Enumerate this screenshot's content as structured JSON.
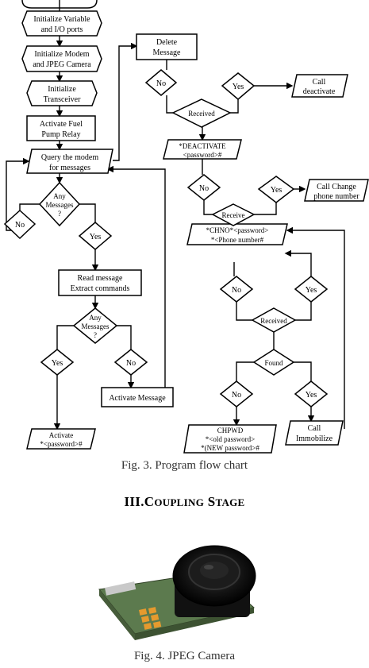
{
  "flowchart": {
    "boxes": {
      "init_vars": [
        "Initialize Variable",
        "and I/O ports"
      ],
      "init_modem": [
        "Initialize Modem",
        "and JPEG Camera"
      ],
      "init_trans": [
        "Initialize",
        "Transceiver"
      ],
      "activate_fuel": [
        "Activate Fuel",
        "Pump Relay"
      ],
      "query_modem": [
        "Query the modem",
        "for messages"
      ],
      "read_message": [
        "Read message",
        "Extract commands"
      ],
      "activate_msg": [
        "Activate Message"
      ],
      "activate_pwd": [
        "Activate",
        "*<password>#"
      ],
      "delete_msg": [
        "Delete",
        "Message"
      ],
      "call_deactivate": [
        "Call",
        "deactivate"
      ],
      "deactivate_cmd": [
        "*DEACTIVATE",
        "<password>#"
      ],
      "call_change_phone": [
        "Call Change",
        "phone number"
      ],
      "chno_cmd": [
        "*CHNO*<password>",
        "*<Phone number#"
      ],
      "chpwd_cmd": [
        "CHPWD",
        "*<old password>",
        "*(NEW password>#"
      ],
      "call_immobilize": [
        "Call",
        "Immobilize"
      ]
    },
    "diamonds": {
      "any_messages_1": [
        "Any",
        "Messages",
        "?"
      ],
      "any_messages_2": [
        "Any",
        "Messages",
        "?"
      ],
      "received_1": [
        "Received"
      ],
      "received_2": [
        "Receive"
      ],
      "received_3": [
        "Received"
      ],
      "found": [
        "Found"
      ],
      "yes": "Yes",
      "no": "No"
    }
  },
  "figure3_caption": "Fig. 3. Program flow chart",
  "section": {
    "number": "III.",
    "title_first_cap": "C",
    "title_rest_1": "OUPLING",
    "title_second_cap": "S",
    "title_rest_2": "TAGE"
  },
  "figure4_caption": "Fig. 4. JPEG Camera"
}
